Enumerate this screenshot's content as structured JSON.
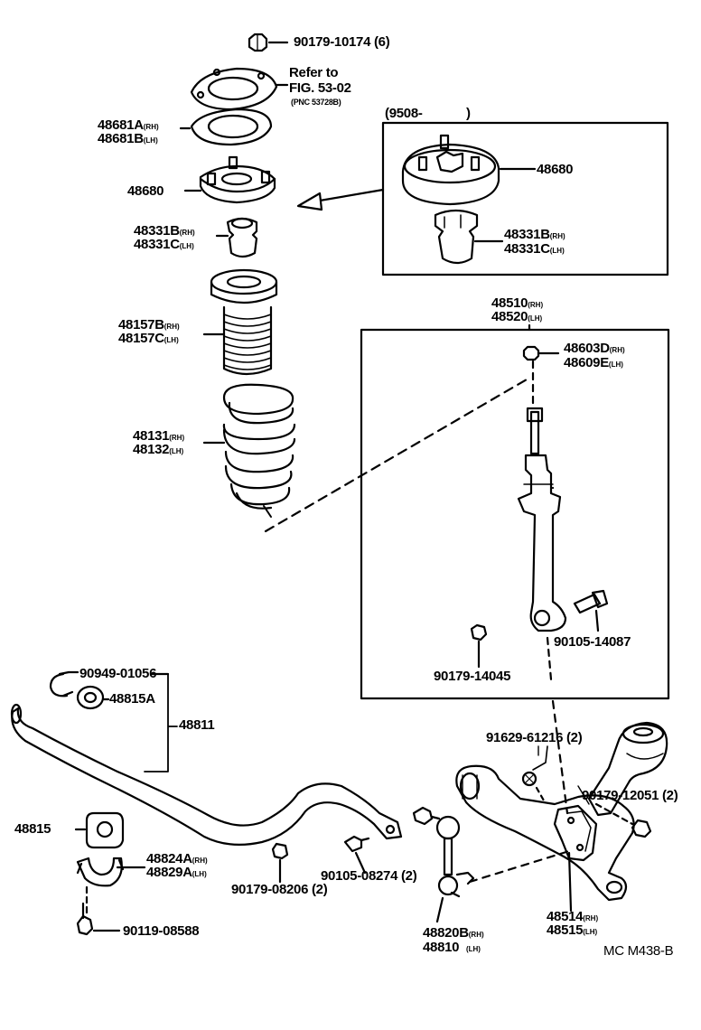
{
  "diagram": {
    "parts": {
      "nut_top": "90179-10174 (6)",
      "refer_line1": "Refer to",
      "refer_line2": "FIG. 53-02",
      "refer_line3": "(PNC 53728B)",
      "insul_a": "48681A",
      "insul_a_side": "(RH)",
      "insul_b": "48681B",
      "insul_b_side": "(LH)",
      "support_main": "48680",
      "inset_date": "(9508-",
      "inset_date_close": ")",
      "inset_support": "48680",
      "inset_bump_b": "48331B",
      "inset_bump_b_side": "(RH)",
      "inset_bump_c": "48331C",
      "inset_bump_c_side": "(LH)",
      "bump_b": "48331B",
      "bump_b_side": "(RH)",
      "bump_c": "48331C",
      "bump_c_side": "(LH)",
      "boot_b": "48157B",
      "boot_b_side": "(RH)",
      "boot_c": "48157C",
      "boot_c_side": "(LH)",
      "spring_rh": "48131",
      "spring_rh_side": "(RH)",
      "spring_lh": "48132",
      "spring_lh_side": "(LH)",
      "absorber_rh": "48510",
      "absorber_rh_side": "(RH)",
      "absorber_lh": "48520",
      "absorber_lh_side": "(LH)",
      "nut_d": "48603D",
      "nut_d_side": "(RH)",
      "nut_e": "48609E",
      "nut_e_side": "(LH)",
      "bolt_abs": "90105-14087",
      "nut_abs": "90179-14045",
      "ring": "90949-01056",
      "bush_a": "48815A",
      "stabilizer": "48811",
      "bush": "48815",
      "bracket_a": "48824A",
      "bracket_a_side": "(RH)",
      "bracket_b": "48829A",
      "bracket_b_side": "(LH)",
      "bolt_bracket": "90119-08588",
      "nut_stab": "90179-08206 (2)",
      "bolt_stab": "90105-08274 (2)",
      "link_b": "48820B",
      "link_b_side": "(RH)",
      "link_lh": "48810",
      "link_lh_side": "(LH)",
      "pin": "91629-61216 (2)",
      "nut_fork": "90179-12051 (2)",
      "fork_rh": "48514",
      "fork_rh_side": "(RH)",
      "fork_lh": "48515",
      "fork_lh_side": "(LH)",
      "code": "MC M438-B"
    }
  }
}
